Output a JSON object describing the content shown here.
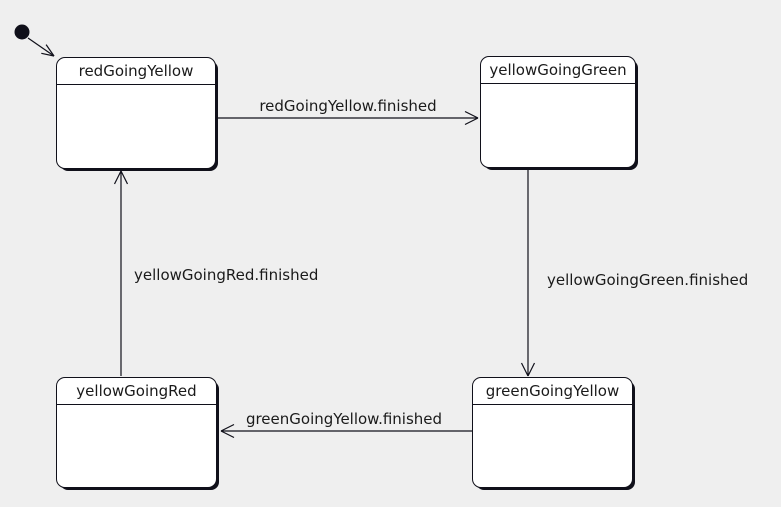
{
  "diagram": {
    "type": "uml-state-machine",
    "background_color": "#efefef",
    "state_fill_color": "#ffffff",
    "line_color": "#10101a",
    "text_color": "#1a1a1a"
  },
  "states": [
    {
      "name": "redGoingYellow"
    },
    {
      "name": "yellowGoingGreen"
    },
    {
      "name": "greenGoingYellow"
    },
    {
      "name": "yellowGoingRed"
    }
  ],
  "initial_state": {
    "target": "redGoingYellow"
  },
  "transitions": [
    {
      "label": "redGoingYellow.finished",
      "from": "redGoingYellow",
      "to": "yellowGoingGreen"
    },
    {
      "label": "yellowGoingGreen.finished",
      "from": "yellowGoingGreen",
      "to": "greenGoingYellow"
    },
    {
      "label": "greenGoingYellow.finished",
      "from": "greenGoingYellow",
      "to": "yellowGoingRed"
    },
    {
      "label": "yellowGoingRed.finished",
      "from": "yellowGoingRed",
      "to": "redGoingYellow"
    }
  ]
}
